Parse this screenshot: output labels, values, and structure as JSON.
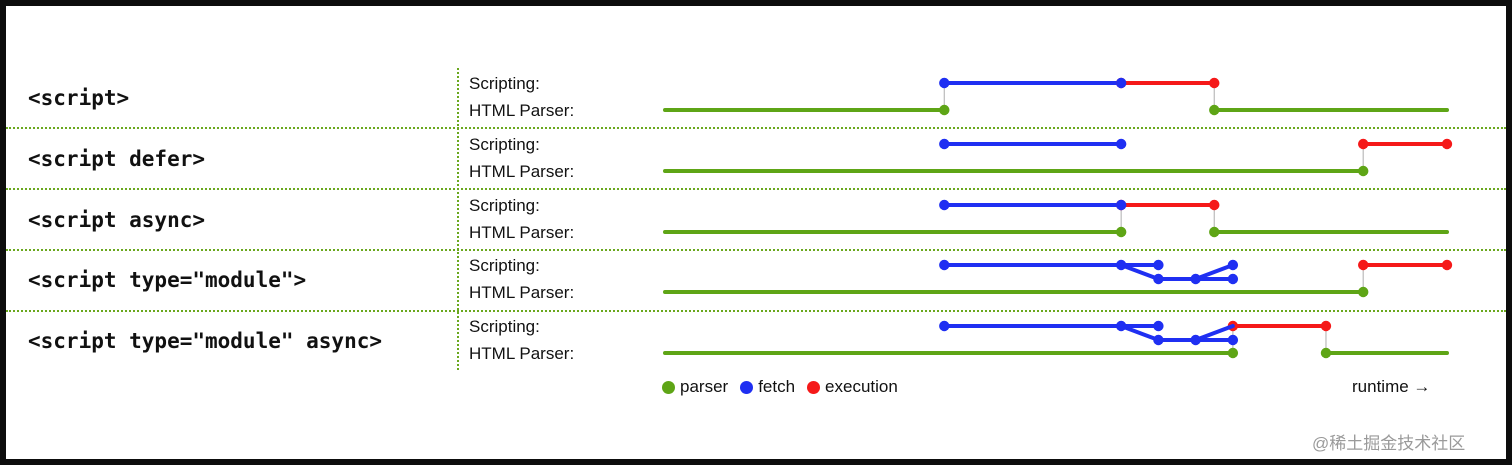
{
  "rows": [
    {
      "label": "<script>",
      "scripting_label": "Scripting:",
      "parser_label": "HTML Parser:",
      "parser": [
        [
          0,
          15
        ],
        [
          29.5,
          42
        ]
      ],
      "scripting": [
        {
          "kind": "fetch",
          "start": 15,
          "end": 24.5
        },
        {
          "kind": "execution",
          "start": 24.5,
          "end": 29.5
        }
      ],
      "module_fetch": false
    },
    {
      "label": "<script defer>",
      "scripting_label": "Scripting:",
      "parser_label": "HTML Parser:",
      "parser": [
        [
          0,
          37.5
        ]
      ],
      "scripting": [
        {
          "kind": "fetch",
          "start": 15,
          "end": 24.5
        },
        {
          "kind": "execution",
          "start": 37.5,
          "end": 42
        }
      ],
      "module_fetch": false
    },
    {
      "label": "<script async>",
      "scripting_label": "Scripting:",
      "parser_label": "HTML Parser:",
      "parser": [
        [
          0,
          24.5
        ],
        [
          29.5,
          42
        ]
      ],
      "scripting": [
        {
          "kind": "fetch",
          "start": 15,
          "end": 24.5
        },
        {
          "kind": "execution",
          "start": 24.5,
          "end": 29.5
        }
      ],
      "module_fetch": false
    },
    {
      "label": "<script type=\"module\">",
      "scripting_label": "Scripting:",
      "parser_label": "HTML Parser:",
      "parser": [
        [
          0,
          37.5
        ]
      ],
      "scripting": [
        {
          "kind": "fetch",
          "start": 15,
          "end": 24.5
        },
        {
          "kind": "execution",
          "start": 37.5,
          "end": 42
        }
      ],
      "module_fetch": true
    },
    {
      "label": "<script type=\"module\" async>",
      "scripting_label": "Scripting:",
      "parser_label": "HTML Parser:",
      "parser": [
        [
          0,
          30.5
        ],
        [
          35.5,
          42
        ]
      ],
      "scripting": [
        {
          "kind": "fetch",
          "start": 15,
          "end": 24.5
        },
        {
          "kind": "execution",
          "start": 30.5,
          "end": 35.5
        }
      ],
      "module_fetch": true
    }
  ],
  "legend": [
    {
      "label": "parser",
      "color": "#5ea516"
    },
    {
      "label": "fetch",
      "color": "#1f2ff2"
    },
    {
      "label": "execution",
      "color": "#f51919"
    }
  ],
  "runtime_label": "runtime →",
  "watermark": "@稀土掘金技术社区",
  "colors": {
    "parser": "#5ea516",
    "fetch": "#1f2ff2",
    "execution": "#f51919",
    "connector": "#bbbbbb"
  }
}
